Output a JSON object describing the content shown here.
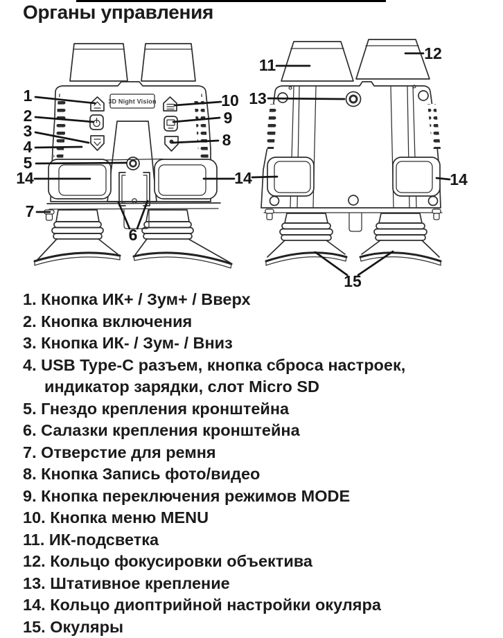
{
  "page": {
    "title": "Органы управления"
  },
  "colors": {
    "ink": "#1b1b1d",
    "line": "#2d2d2f",
    "background": "#ffffff"
  },
  "diagram": {
    "label_plate": "3D Night Vision",
    "callouts": {
      "n1": "1",
      "n2": "2",
      "n3": "3",
      "n4": "4",
      "n5": "5",
      "n6": "6",
      "n7": "7",
      "n8": "8",
      "n9": "9",
      "n10": "10",
      "n11": "11",
      "n12": "12",
      "n13": "13",
      "n14": "14",
      "n15": "15"
    }
  },
  "legend": {
    "items": [
      {
        "num": "1.",
        "text": "Кнопка ИК+ / Зум+ / Вверх"
      },
      {
        "num": "2.",
        "text": "Кнопка включения"
      },
      {
        "num": "3.",
        "text": "Кнопка ИК- / Зум- / Вниз"
      },
      {
        "num": "4.",
        "text": "USB Type-C разъем, кнопка сброса настроек,",
        "text2": "индикатор зарядки, слот Micro SD"
      },
      {
        "num": "5.",
        "text": "Гнездо крепления кронштейна"
      },
      {
        "num": "6.",
        "text": "Салазки крепления кронштейна"
      },
      {
        "num": "7.",
        "text": "Отверстие для ремня"
      },
      {
        "num": "8.",
        "text": "Кнопка Запись фото/видео"
      },
      {
        "num": "9.",
        "text": "Кнопка переключения режимов MODE"
      },
      {
        "num": "10.",
        "text": "Кнопка меню MENU"
      },
      {
        "num": "11.",
        "text": "ИК-подсветка"
      },
      {
        "num": "12.",
        "text": "Кольцо фокусировки объектива"
      },
      {
        "num": "13.",
        "text": "Штативное крепление"
      },
      {
        "num": "14.",
        "text": "Кольцо диоптрийной настройки окуляра"
      },
      {
        "num": "15.",
        "text": "Окуляры"
      }
    ]
  }
}
